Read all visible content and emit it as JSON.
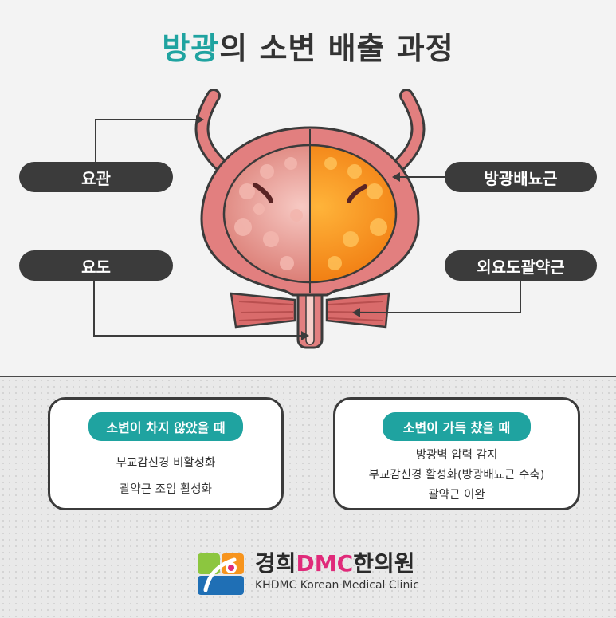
{
  "title": {
    "accent": "방광",
    "rest": "의 소변 배출 과정"
  },
  "labels": {
    "ureter": "요관",
    "urethra": "요도",
    "detrusor": "방광배뇨근",
    "external_sphincter": "외요도괄약근"
  },
  "cards": {
    "not_full": {
      "heading": "소변이 차지 않았을 때",
      "lines": [
        "부교감신경 비활성화",
        "괄약근 조임 활성화"
      ]
    },
    "full": {
      "heading": "소변이 가득 찼을 때",
      "lines": [
        "방광벽 압력 감지",
        "부교감신경 활성화(방광배뇨근 수축)",
        "괄약근 이완"
      ]
    }
  },
  "logo": {
    "korean_prefix": "경희",
    "brand": "DMC",
    "korean_suffix": "한의원",
    "english": "KHDMC Korean Medical Clinic"
  },
  "colors": {
    "accent": "#1fa3a0",
    "pill": "#3b3b3b",
    "bladder_wall": "#e27f7f",
    "bladder_full": "#f59a1c",
    "brand_pink": "#e02a7a"
  }
}
